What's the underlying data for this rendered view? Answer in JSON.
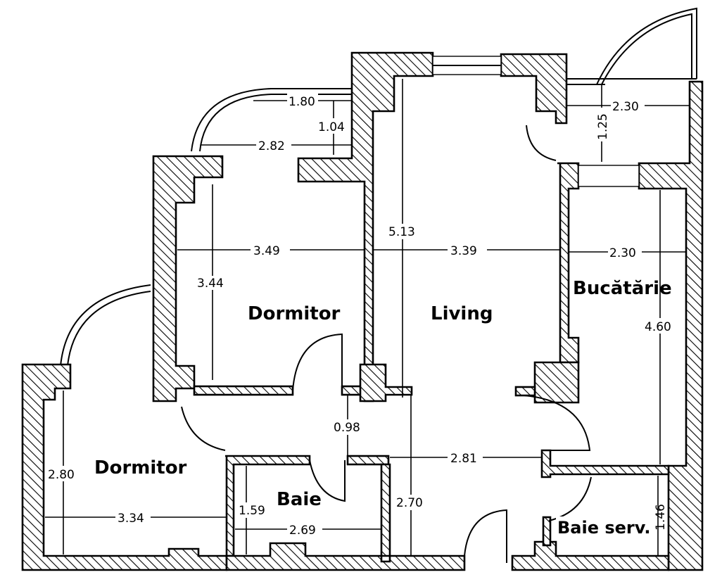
{
  "rooms": {
    "dormitor_top": "Dormitor",
    "living": "Living",
    "bucatarie": "Bucătărie",
    "dormitor_left": "Dormitor",
    "baie": "Baie",
    "baie_serv": "Baie serv."
  },
  "dimensions": {
    "balcony_width": "1.80",
    "balcony_depth": "1.04",
    "bedroom_balcony_span": "2.82",
    "kitchen_balcony_width": "2.30",
    "kitchen_balcony_depth": "1.25",
    "living_height": "5.13",
    "bedroom_width": "3.49",
    "bedroom_height": "3.44",
    "living_width": "3.39",
    "kitchen_width": "2.30",
    "kitchen_height": "4.60",
    "hall_opening": "0.98",
    "hall_width": "2.81",
    "bedroom2_height": "2.80",
    "bath_height": "1.59",
    "hall_height": "2.70",
    "bedroom2_width": "3.34",
    "bath_width": "2.69",
    "service_bath_height": "1.46"
  }
}
